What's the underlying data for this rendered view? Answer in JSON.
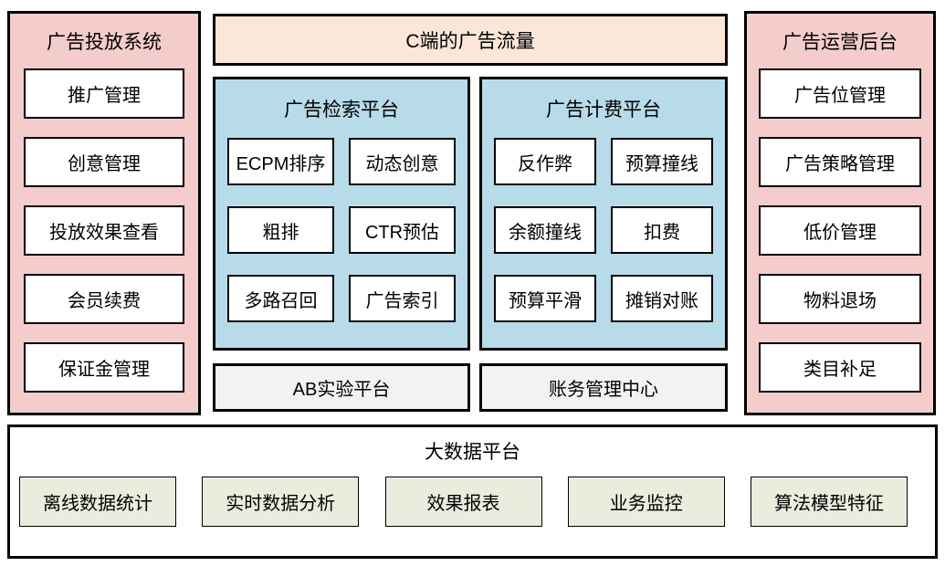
{
  "colors": {
    "panel_pink": "#F5CCCC",
    "banner_peach": "#FBE7D8",
    "platform_blue": "#B8DBE9",
    "box_gray": "#F2F2F2",
    "box_green": "#E9EDDE",
    "border_black": "#000000",
    "box_white": "#FFFFFF"
  },
  "delivery_system": {
    "title": "广告投放系统",
    "items": [
      "推广管理",
      "创意管理",
      "投放效果查看",
      "会员续费",
      "保证金管理"
    ]
  },
  "traffic_banner": {
    "label": "C端的广告流量"
  },
  "search_platform": {
    "title": "广告检索平台",
    "items": [
      "ECPM排序",
      "动态创意",
      "粗排",
      "CTR预估",
      "多路召回",
      "广告索引"
    ]
  },
  "billing_platform": {
    "title": "广告计费平台",
    "items": [
      "反作弊",
      "预算撞线",
      "余额撞线",
      "扣费",
      "预算平滑",
      "摊销对账"
    ]
  },
  "ab_test_platform": {
    "label": "AB实验平台"
  },
  "account_center": {
    "label": "账务管理中心"
  },
  "operation_backend": {
    "title": "广告运营后台",
    "items": [
      "广告位管理",
      "广告策略管理",
      "低价管理",
      "物料退场",
      "类目补足"
    ]
  },
  "bigdata_platform": {
    "title": "大数据平台",
    "items": [
      "离线数据统计",
      "实时数据分析",
      "效果报表",
      "业务监控",
      "算法模型特征"
    ]
  }
}
